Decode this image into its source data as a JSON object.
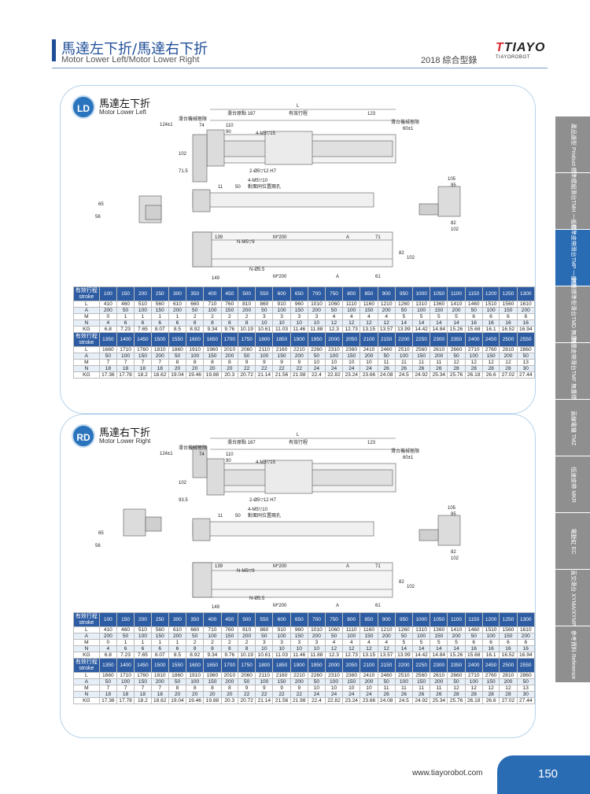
{
  "header": {
    "title": "馬達左下折/馬達右下折",
    "subtitle": "Motor Lower Left/Motor Lower Right",
    "year_label": "2018 綜合型錄",
    "logo_text": "TIAYO",
    "logo_tagline": "TIAYOROBOT"
  },
  "sections": [
    {
      "badge": "LD",
      "title": "馬達左下折",
      "subtitle": "Motor Lower Left",
      "drawing_labels": {
        "L": "L",
        "slider_origin": "滑台原點 187",
        "stroke": "有效行程",
        "d123": "123",
        "stop_left": "滑台機械極限",
        "d124": "124±1",
        "stop_right": "滑台機械極限",
        "d60": "60±1",
        "d110": "110",
        "d90": "90",
        "d74": "74",
        "screw1": "4-M5▽15",
        "pin1": "2-Ø5▽12 H7",
        "d102": "102",
        "d715": "71.5",
        "screw2": "4-M5▽10",
        "hole": "對面同位置兩孔",
        "d11": "11",
        "d50": "50",
        "d65": "65",
        "d56": "56",
        "d105": "105",
        "d95": "95",
        "d82": "82",
        "d102b": "102",
        "d139": "139",
        "nm5": "N-M5▽9",
        "m200": "M*200",
        "A": "A",
        "d71": "71",
        "d149": "149",
        "nd55": "N-Ø5.5",
        "m200b": "M*200",
        "A2": "A",
        "d61": "61",
        "d82b": "82",
        "d102c": "102"
      }
    },
    {
      "badge": "RD",
      "title": "馬達右下折",
      "subtitle": "Motor Lower Right",
      "drawing_labels": {
        "L": "L",
        "slider_origin": "滑台原點 187",
        "stroke": "有效行程",
        "d123": "123",
        "stop_left": "滑台機械極限",
        "d124": "124±1",
        "stop_right": "滑台機械極限",
        "d60": "60±1",
        "d110": "110",
        "d90": "90",
        "d74": "74",
        "screw1": "4-M5▽15",
        "pin1": "2-Ø5▽12 H7",
        "d102": "102",
        "d935": "93.5",
        "screw2": "4-M5▽10",
        "hole": "對面同位置兩孔",
        "d11": "11",
        "d50": "50",
        "d65": "65",
        "d56": "56",
        "d105": "105",
        "d95": "95",
        "d82": "82",
        "d102b": "102",
        "d139": "139",
        "nm5": "N-M5▽9",
        "m200": "M*200",
        "A": "A",
        "d71": "71",
        "d149": "149",
        "nd55": "N-Ø5.5",
        "m200b": "M*200",
        "A2": "A",
        "d61": "61",
        "d82b": "82",
        "d102c": "102"
      }
    }
  ],
  "table": {
    "stroke_label_zh": "有效行程",
    "stroke_label_en": "stroke",
    "row_labels": [
      "L",
      "A",
      "M",
      "N",
      "KG"
    ],
    "block1": {
      "stroke": [
        "100",
        "150",
        "200",
        "250",
        "300",
        "350",
        "400",
        "450",
        "500",
        "550",
        "600",
        "650",
        "700",
        "750",
        "800",
        "850",
        "900",
        "950",
        "1000",
        "1050",
        "1100",
        "1150",
        "1200",
        "1250",
        "1300"
      ],
      "L": [
        "410",
        "460",
        "510",
        "560",
        "610",
        "660",
        "710",
        "760",
        "810",
        "860",
        "910",
        "960",
        "1010",
        "1060",
        "1110",
        "1160",
        "1210",
        "1260",
        "1310",
        "1360",
        "1410",
        "1460",
        "1510",
        "1560",
        "1610"
      ],
      "A": [
        "200",
        "50",
        "100",
        "150",
        "200",
        "50",
        "100",
        "150",
        "200",
        "50",
        "100",
        "150",
        "200",
        "50",
        "100",
        "150",
        "200",
        "50",
        "100",
        "150",
        "200",
        "50",
        "100",
        "150",
        "200"
      ],
      "M": [
        "0",
        "1",
        "1",
        "1",
        "1",
        "2",
        "2",
        "2",
        "2",
        "3",
        "3",
        "3",
        "3",
        "4",
        "4",
        "4",
        "4",
        "5",
        "5",
        "5",
        "5",
        "6",
        "6",
        "6",
        "6"
      ],
      "N": [
        "4",
        "6",
        "6",
        "6",
        "6",
        "8",
        "8",
        "8",
        "8",
        "10",
        "10",
        "10",
        "10",
        "12",
        "12",
        "12",
        "12",
        "14",
        "14",
        "14",
        "14",
        "16",
        "16",
        "16",
        "16"
      ],
      "KG": [
        "6.8",
        "7.23",
        "7.65",
        "8.07",
        "8.5",
        "8.92",
        "9.34",
        "9.76",
        "10.19",
        "10.61",
        "11.03",
        "11.46",
        "11.88",
        "12.3",
        "12.73",
        "13.15",
        "13.57",
        "13.99",
        "14.42",
        "14.84",
        "15.26",
        "15.68",
        "16.1",
        "16.52",
        "16.94"
      ]
    },
    "block2": {
      "stroke": [
        "1350",
        "1400",
        "1450",
        "1500",
        "1550",
        "1600",
        "1650",
        "1700",
        "1750",
        "1800",
        "1850",
        "1900",
        "1950",
        "2000",
        "2050",
        "2100",
        "2150",
        "2200",
        "2250",
        "2300",
        "2350",
        "2400",
        "2450",
        "2500",
        "2550"
      ],
      "L": [
        "1660",
        "1710",
        "1760",
        "1810",
        "1860",
        "1910",
        "1960",
        "2010",
        "2060",
        "2110",
        "2160",
        "2210",
        "2260",
        "2310",
        "2360",
        "2410",
        "2460",
        "2510",
        "2560",
        "2610",
        "2660",
        "2710",
        "2760",
        "2810",
        "2860"
      ],
      "A": [
        "50",
        "100",
        "150",
        "200",
        "50",
        "100",
        "150",
        "200",
        "50",
        "100",
        "150",
        "200",
        "50",
        "100",
        "150",
        "200",
        "50",
        "100",
        "150",
        "200",
        "50",
        "100",
        "150",
        "200",
        "50"
      ],
      "M": [
        "7",
        "7",
        "7",
        "7",
        "8",
        "8",
        "8",
        "8",
        "9",
        "9",
        "9",
        "9",
        "10",
        "10",
        "10",
        "10",
        "11",
        "11",
        "11",
        "11",
        "12",
        "12",
        "12",
        "12",
        "13"
      ],
      "N": [
        "18",
        "18",
        "18",
        "18",
        "20",
        "20",
        "20",
        "20",
        "22",
        "22",
        "22",
        "22",
        "24",
        "24",
        "24",
        "24",
        "26",
        "26",
        "26",
        "26",
        "28",
        "28",
        "28",
        "28",
        "30"
      ],
      "KG": [
        "17.36",
        "17.78",
        "18.2",
        "18.62",
        "19.04",
        "19.46",
        "19.88",
        "20.3",
        "20.72",
        "21.14",
        "21.56",
        "21.98",
        "22.4",
        "22.82",
        "23.24",
        "23.66",
        "24.08",
        "24.5",
        "24.92",
        "25.34",
        "25.76",
        "26.18",
        "26.6",
        "27.02",
        "27.44"
      ]
    }
  },
  "sidenav": [
    {
      "label": "產品選型 Product",
      "active": false
    },
    {
      "label": "標準模組滑台TMH 一般標準",
      "active": false
    },
    {
      "label": "標準皮帶滑台TMP 一般標準",
      "active": true
    },
    {
      "label": "無塵標準型滑台TMD 無塵標準",
      "active": false
    },
    {
      "label": "無塵皮帶滑台TMF 無塵標準",
      "active": false
    },
    {
      "label": "直線電機 TMZ",
      "active": false
    },
    {
      "label": "低速皮帶 MKR",
      "active": false
    },
    {
      "label": "電動缸 EC",
      "active": false
    },
    {
      "label": "直交滑台 XYMA/XYMP",
      "active": false
    },
    {
      "label": "參考資料 Reference",
      "active": false
    }
  ],
  "footer": {
    "url": "www.tiayorobot.com",
    "page": "150"
  }
}
